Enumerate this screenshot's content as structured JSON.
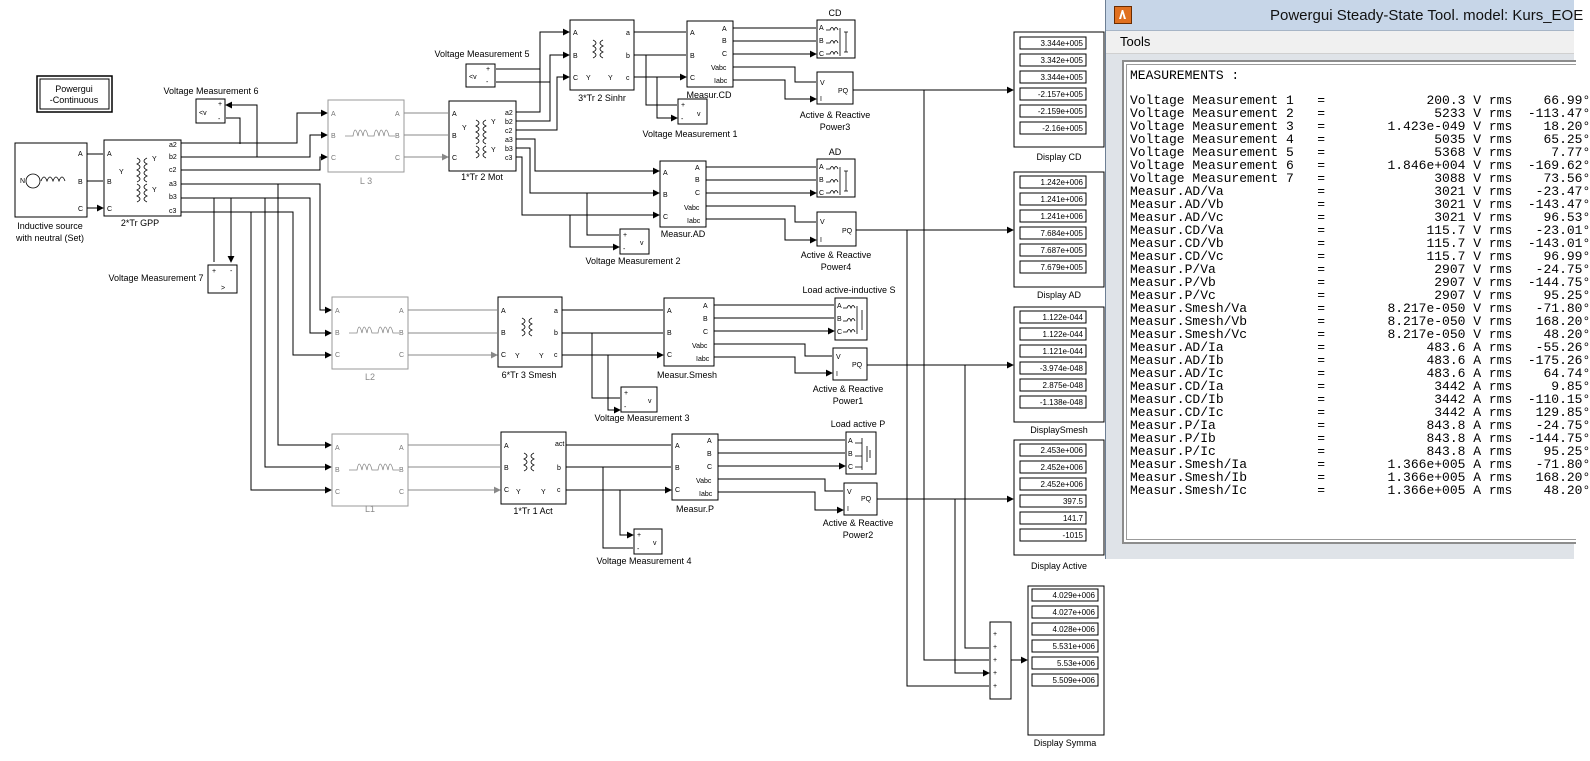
{
  "blocks": {
    "powergui": [
      "Powergui",
      "-Continuous"
    ],
    "source": [
      "Inductive source",
      "with neutral (Set)"
    ],
    "tr_gpp": "2*Tr GPP",
    "line_l3": "L 3",
    "line_l2": "L2",
    "line_l1": "L1",
    "tr_mot": "1*Tr 2 Mot",
    "tr_sinhr": "3*Tr 2 Sinhr",
    "tr_smesh": "6*Tr 3 Smesh",
    "tr_act": "1*Tr 1 Act",
    "meas_cd": "Measur.CD",
    "meas_ad": "Measur.AD",
    "meas_smesh": "Measur.Smesh",
    "meas_p": "Measur.P",
    "load_cd": "CD",
    "load_ad": "AD",
    "load_s": "Load active-inductive  S",
    "load_p": "Load active P",
    "pq1": [
      "Active & Reactive",
      "Power1"
    ],
    "pq2": [
      "Active & Reactive",
      "Power2"
    ],
    "pq3": [
      "Active & Reactive",
      "Power3"
    ],
    "pq4": [
      "Active & Reactive",
      "Power4"
    ],
    "vm1": "Voltage Measurement 1",
    "vm2": "Voltage Measurement 2",
    "vm3": "Voltage Measurement 3",
    "vm4": "Voltage Measurement 4",
    "vm5": "Voltage Measurement 5",
    "vm6": "Voltage Measurement 6",
    "vm7": "Voltage Measurement 7"
  },
  "displays": {
    "cd": {
      "label": "Display CD",
      "values": [
        "3.344e+005",
        "3.342e+005",
        "3.344e+005",
        "-2.157e+005",
        "-2.159e+005",
        "-2.16e+005"
      ]
    },
    "ad": {
      "label": "Display AD",
      "values": [
        "1.242e+006",
        "1.241e+006",
        "1.241e+006",
        "7.684e+005",
        "7.687e+005",
        "7.679e+005"
      ]
    },
    "smesh": {
      "label": "DisplaySmesh",
      "values": [
        "1.122e-044",
        "1.122e-044",
        "1.121e-044",
        "-3.974e-048",
        "2.875e-048",
        "-1.138e-048"
      ]
    },
    "active": {
      "label": "Display Active",
      "values": [
        "2.453e+006",
        "2.452e+006",
        "2.452e+006",
        "397.5",
        "141.7",
        "-1015"
      ]
    },
    "symma": {
      "label": "Display Symma",
      "values": [
        "4.029e+006",
        "4.027e+006",
        "4.028e+006",
        "5.531e+006",
        "5.53e+006",
        "5.509e+006"
      ]
    }
  },
  "tool": {
    "title": "Powergui Steady-State Tool. model: Kurs_EOE",
    "menu": "Tools",
    "heading": "MEASUREMENTS :",
    "rows": [
      [
        "Voltage Measurement 1",
        "200.3",
        "V rms",
        "66.99°"
      ],
      [
        "Voltage Measurement 2",
        "5233",
        "V rms",
        "-113.47°"
      ],
      [
        "Voltage Measurement 3",
        "1.423e-049",
        "V rms",
        "18.20°"
      ],
      [
        "Voltage Measurement 4",
        "5035",
        "V rms",
        "65.25°"
      ],
      [
        "Voltage Measurement 5",
        "5368",
        "V rms",
        "7.77°"
      ],
      [
        "Voltage Measurement 6",
        "1.846e+004",
        "V rms",
        "-169.62°"
      ],
      [
        "Voltage Measurement 7",
        "3088",
        "V rms",
        "73.56°"
      ],
      [
        "Measur.AD/Va",
        "3021",
        "V rms",
        "-23.47°"
      ],
      [
        "Measur.AD/Vb",
        "3021",
        "V rms",
        "-143.47°"
      ],
      [
        "Measur.AD/Vc",
        "3021",
        "V rms",
        "96.53°"
      ],
      [
        "Measur.CD/Va",
        "115.7",
        "V rms",
        "-23.01°"
      ],
      [
        "Measur.CD/Vb",
        "115.7",
        "V rms",
        "-143.01°"
      ],
      [
        "Measur.CD/Vc",
        "115.7",
        "V rms",
        "96.99°"
      ],
      [
        "Measur.P/Va",
        "2907",
        "V rms",
        "-24.75°"
      ],
      [
        "Measur.P/Vb",
        "2907",
        "V rms",
        "-144.75°"
      ],
      [
        "Measur.P/Vc",
        "2907",
        "V rms",
        "95.25°"
      ],
      [
        "Measur.Smesh/Va",
        "8.217e-050",
        "V rms",
        "-71.80°"
      ],
      [
        "Measur.Smesh/Vb",
        "8.217e-050",
        "V rms",
        "168.20°"
      ],
      [
        "Measur.Smesh/Vc",
        "8.217e-050",
        "V rms",
        "48.20°"
      ],
      [
        "Measur.AD/Ia",
        "483.6",
        "A rms",
        "-55.26°"
      ],
      [
        "Measur.AD/Ib",
        "483.6",
        "A rms",
        "-175.26°"
      ],
      [
        "Measur.AD/Ic",
        "483.6",
        "A rms",
        "64.74°"
      ],
      [
        "Measur.CD/Ia",
        "3442",
        "A rms",
        "9.85°"
      ],
      [
        "Measur.CD/Ib",
        "3442",
        "A rms",
        "-110.15°"
      ],
      [
        "Measur.CD/Ic",
        "3442",
        "A rms",
        "129.85°"
      ],
      [
        "Measur.P/Ia",
        "843.8",
        "A rms",
        "-24.75°"
      ],
      [
        "Measur.P/Ib",
        "843.8",
        "A rms",
        "-144.75°"
      ],
      [
        "Measur.P/Ic",
        "843.8",
        "A rms",
        "95.25°"
      ],
      [
        "Measur.Smesh/Ia",
        "1.366e+005",
        "A rms",
        "-71.80°"
      ],
      [
        "Measur.Smesh/Ib",
        "1.366e+005",
        "A rms",
        "168.20°"
      ],
      [
        "Measur.Smesh/Ic",
        "1.366e+005",
        "A rms",
        "48.20°"
      ]
    ]
  }
}
